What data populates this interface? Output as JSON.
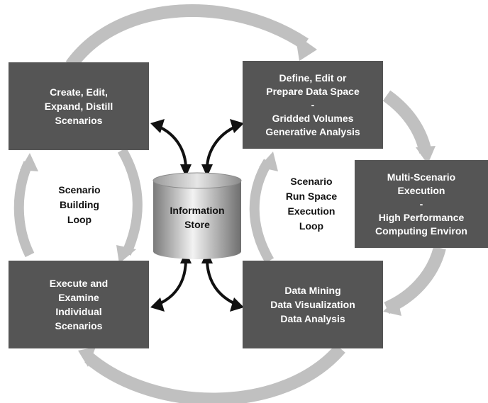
{
  "boxes": {
    "create": {
      "lines": [
        "Create, Edit,",
        "Expand, Distill",
        "Scenarios"
      ]
    },
    "define": {
      "lines": [
        "Define, Edit or",
        "Prepare Data Space",
        "-",
        "Gridded Volumes",
        "Generative Analysis"
      ]
    },
    "multi": {
      "lines": [
        "Multi-Scenario",
        "Execution",
        "-",
        "High Performance",
        "Computing Environ"
      ]
    },
    "mining": {
      "lines": [
        "Data Mining",
        "Data Visualization",
        "Data Analysis"
      ]
    },
    "execute": {
      "lines": [
        "Execute and",
        "Examine",
        "Individual",
        "Scenarios"
      ]
    }
  },
  "loops": {
    "building": {
      "lines": [
        "Scenario",
        "Building",
        "Loop"
      ]
    },
    "runspace": {
      "lines": [
        "Scenario",
        "Run Space",
        "Execution",
        "Loop"
      ]
    }
  },
  "store": {
    "lines": [
      "Information",
      "Store"
    ]
  },
  "colors": {
    "box_fill": "#555555",
    "box_text": "#ffffff",
    "loop_arrow": "#c0c0c0",
    "connector_arrow": "#111111",
    "cylinder_light": "#f2f2f2",
    "cylinder_dark": "#7a7a7a"
  }
}
